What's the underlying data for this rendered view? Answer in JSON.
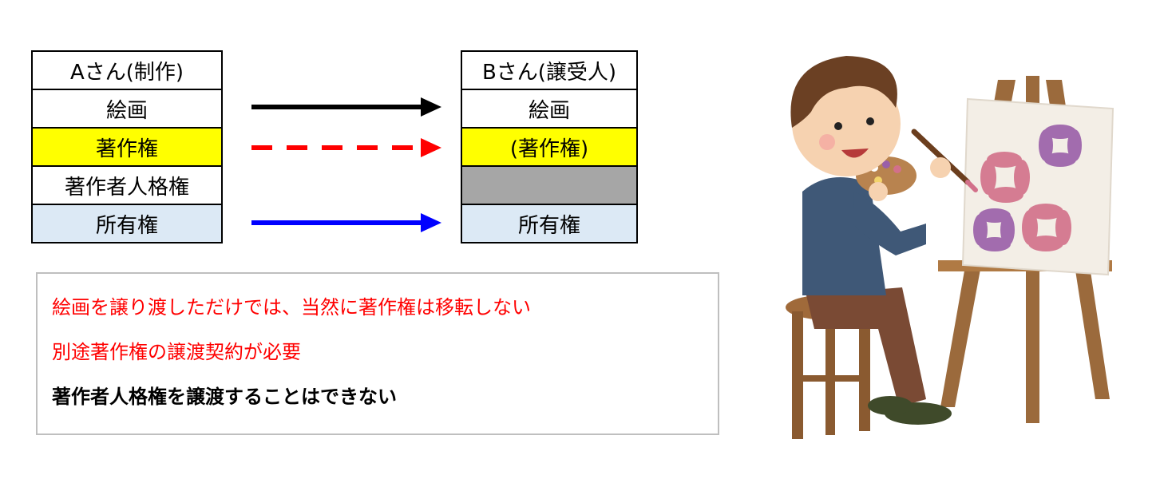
{
  "table_a": {
    "rows": [
      {
        "label": "Aさん(制作)",
        "color": "#ffffff"
      },
      {
        "label": "絵画",
        "color": "#ffffff"
      },
      {
        "label": "著作権",
        "color": "#ffff00"
      },
      {
        "label": "著作者人格権",
        "color": "#ffffff"
      },
      {
        "label": "所有権",
        "color": "#dce9f5"
      }
    ]
  },
  "table_b": {
    "rows": [
      {
        "label": "Bさん(譲受人)",
        "color": "#ffffff"
      },
      {
        "label": "絵画",
        "color": "#ffffff"
      },
      {
        "label": "(著作権)",
        "color": "#ffff00"
      },
      {
        "label": "",
        "color": "#a6a6a6"
      },
      {
        "label": "所有権",
        "color": "#dce9f5"
      }
    ]
  },
  "arrows": [
    {
      "kind": "solid",
      "color": "#000000"
    },
    {
      "kind": "dashed",
      "color": "#ff0000"
    },
    {
      "kind": "solid",
      "color": "#0000ff"
    }
  ],
  "notes": [
    {
      "text": "絵画を譲り渡しただけでは、当然に著作権は移転しない",
      "color": "#ff0000",
      "bold": false
    },
    {
      "text": "別途著作権の譲渡契約が必要",
      "color": "#ff0000",
      "bold": false
    },
    {
      "text": "著作者人格権を譲渡することはできない",
      "color": "#000000",
      "bold": true
    }
  ],
  "illustration": {
    "subject": "painter-at-easel"
  }
}
